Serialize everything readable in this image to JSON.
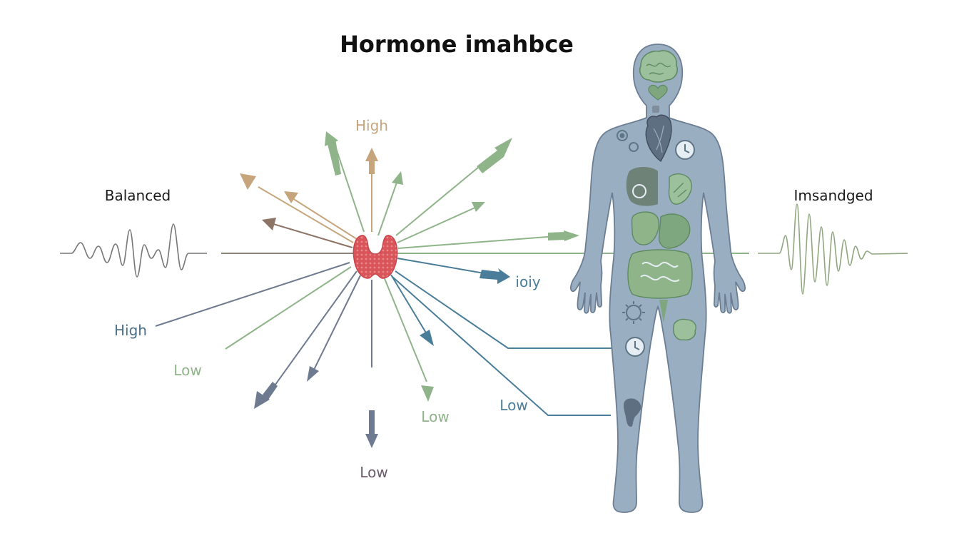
{
  "title": "Hormone imahbce",
  "left_wave_label": "Balanced",
  "right_wave_label": "Imsandged",
  "arrow_labels": {
    "high_top": "High",
    "iovy": "ioiy",
    "high_left": "High",
    "low_left": "Low",
    "low_bottom_center": "Low",
    "low_bottom": "Low",
    "low_right": "Low"
  },
  "colors": {
    "tan": "#c7a57c",
    "green": "#8fb489",
    "blue": "#4a7d99",
    "slate": "#6e7a8f",
    "brown": "#8c7466",
    "thyroid": "#d9555a",
    "body": "#9aaec2",
    "body_stroke": "#6c7e93",
    "organ": "#7ea77f"
  },
  "icons": [
    "brain-icon",
    "heart-icon",
    "gear-icon",
    "clock-icon",
    "liver-icon",
    "stomach-icon",
    "intestine-icon",
    "virus-icon",
    "foot-icon"
  ]
}
